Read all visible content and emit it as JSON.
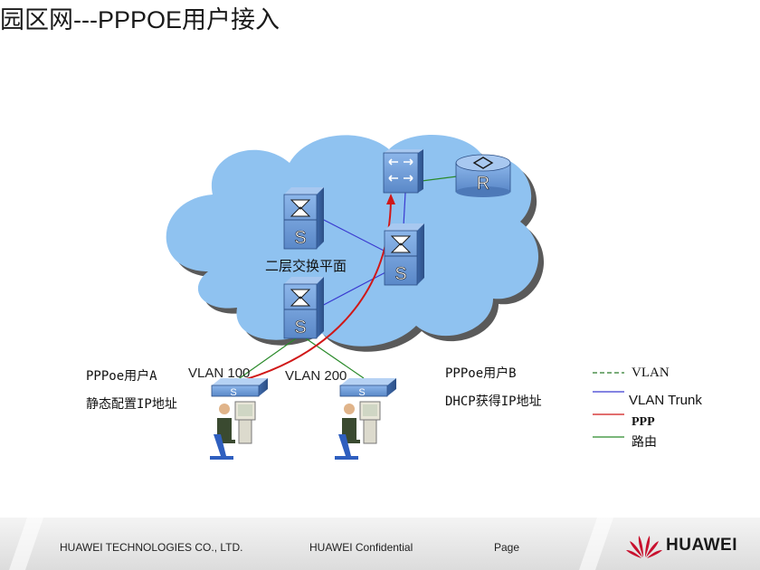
{
  "slide": {
    "title": "园区网---PPPOE用户接入"
  },
  "network": {
    "plane_label": "二层交换平面",
    "switch_letter": "S",
    "router_letter": "R",
    "vlan_a": "VLAN 100",
    "vlan_b": "VLAN 200"
  },
  "users": {
    "a_name": "PPPoe用户A",
    "a_desc": "静态配置IP地址",
    "b_name": "PPPoe用户B",
    "b_desc": "DHCP获得IP地址"
  },
  "legend": [
    {
      "label": "VLAN",
      "color": "#2a7a2a",
      "style": "dashed"
    },
    {
      "label": "VLAN Trunk",
      "color": "#3a3ad0",
      "style": "solid"
    },
    {
      "label": "PPP",
      "color": "#d01818",
      "style": "solid"
    },
    {
      "label": "路由",
      "color": "#2a8a2a",
      "style": "solid"
    }
  ],
  "footer": {
    "company": "HUAWEI TECHNOLOGIES CO., LTD.",
    "confidential": "HUAWEI Confidential",
    "page": "Page",
    "brand": "HUAWEI"
  },
  "colors": {
    "cloud": "#8fc2f0",
    "device_blue": "#6f9fd8",
    "ppp_red": "#d01818",
    "brand_red": "#c8102e"
  }
}
